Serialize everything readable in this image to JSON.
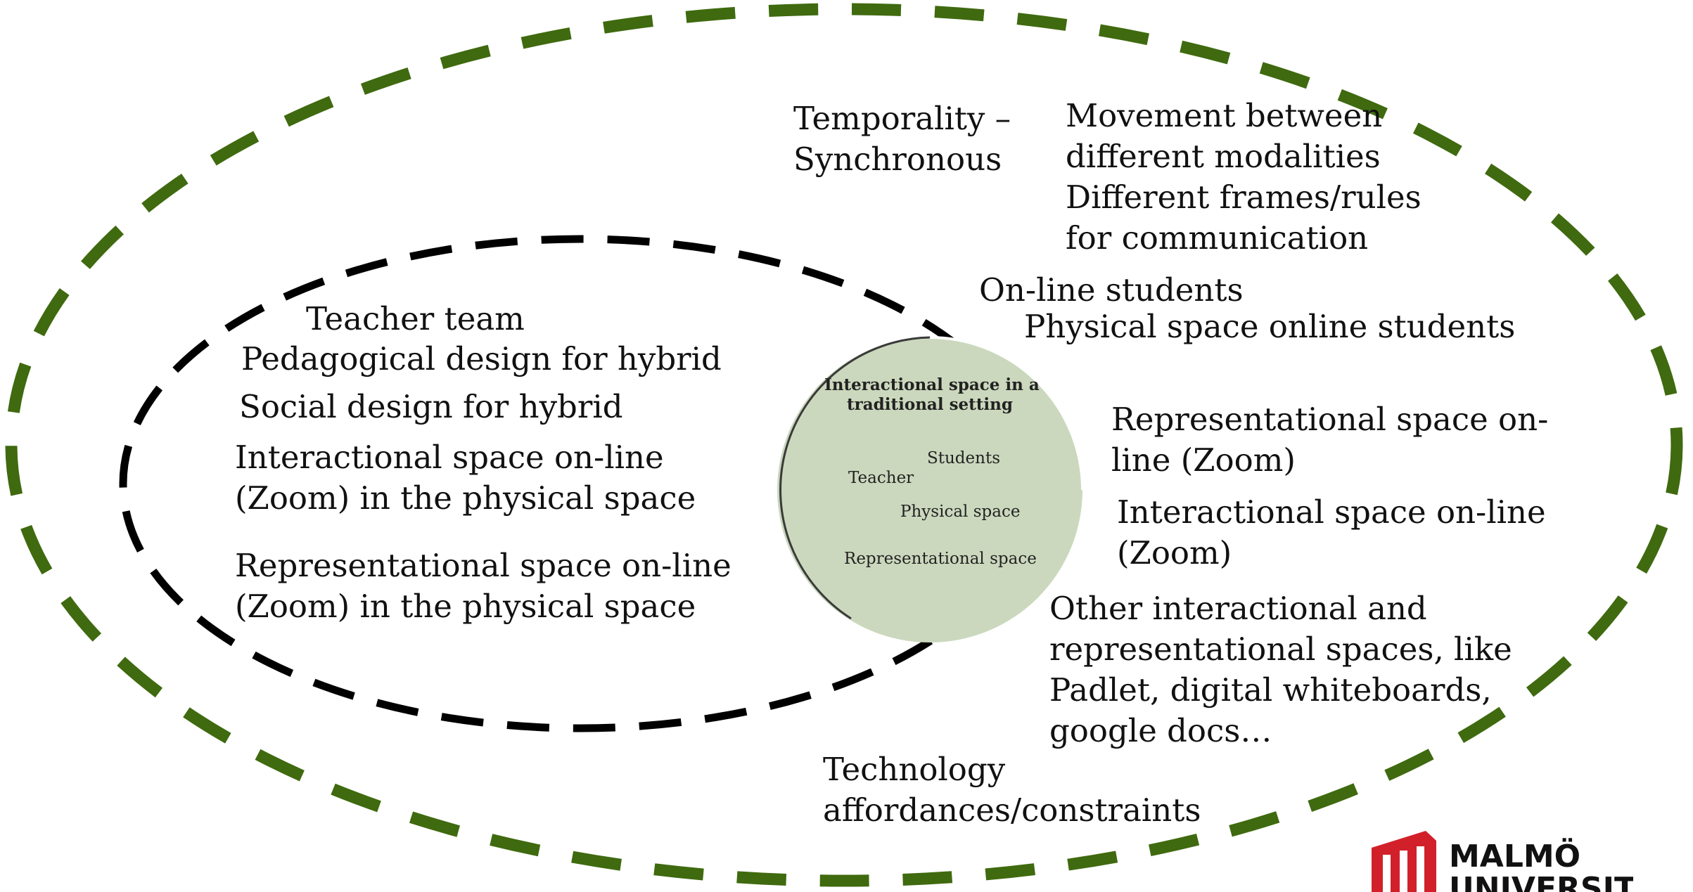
{
  "colors": {
    "outer_ellipse": "#3f6a0f",
    "inner_ellipse": "#000000",
    "circle_fill": "#cbd8bd",
    "logo_red": "#d2202a"
  },
  "outer_labels": {
    "temporality": [
      "Temporality –",
      "Synchronous"
    ],
    "movement": [
      "Movement between",
      "different modalities",
      "Different frames/rules",
      "for communication"
    ],
    "online_students": "On-line students",
    "physical_space_online": "Physical space online students",
    "representational_online": [
      "Representational space on-",
      "line (Zoom)"
    ],
    "interactional_online": [
      "Interactional space on-line",
      "(Zoom)"
    ],
    "other_spaces": [
      "Other interactional and",
      "representational spaces, like",
      "Padlet, digital whiteboards,",
      "google docs…"
    ],
    "technology": [
      "Technology",
      "affordances/constraints"
    ]
  },
  "inner_labels": {
    "teacher_team": "Teacher team",
    "pedagogical_design": "Pedagogical design for hybrid",
    "social_design": "Social design for hybrid",
    "interactional_physical": [
      "Interactional space on-line",
      "(Zoom) in the physical space"
    ],
    "representational_physical": [
      "Representational space on-line",
      "(Zoom) in the physical space"
    ]
  },
  "circle": {
    "title": [
      "Interactional space in a",
      "traditional setting"
    ],
    "students": "Students",
    "teacher": "Teacher",
    "physical_space": "Physical space",
    "representational_space": "Representational space"
  },
  "logo": {
    "lines": [
      "MALMÖ",
      "UNIVERSITY"
    ]
  }
}
